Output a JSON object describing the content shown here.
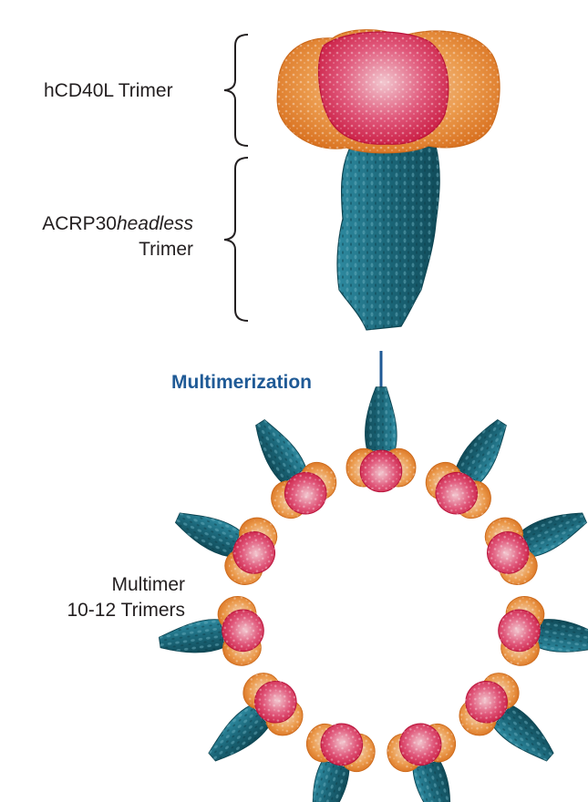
{
  "labels": {
    "hcd40l_trimer": "hCD40L Trimer",
    "acrp30_prefix": "ACRP30",
    "acrp30_italic": "headless",
    "acrp30_suffix": "Trimer",
    "multimerization": "Multimerization",
    "multimer_line1": "Multimer",
    "multimer_line2": "10-12 Trimers"
  },
  "colors": {
    "hcd40l_orange": "#e8892f",
    "hcd40l_red": "#d9254a",
    "acrp_teal": "#1f6f82",
    "arrow_blue": "#1f5a96"
  },
  "multimer": {
    "trimer_count": 11
  }
}
